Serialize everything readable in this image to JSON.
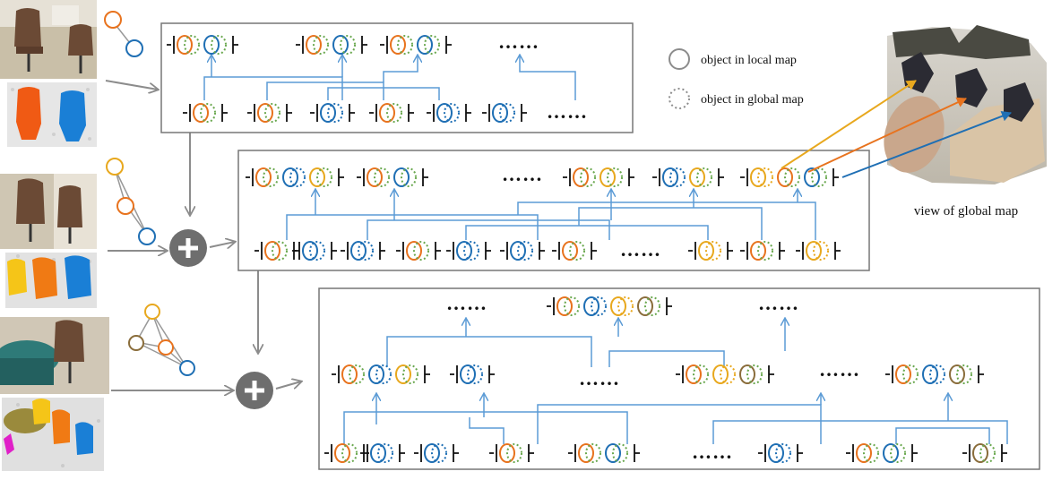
{
  "legend": {
    "local": "object in local map",
    "global": "object in global map"
  },
  "caption": "view of global map",
  "ellipsis": "……",
  "colors": {
    "orange": "#e8731e",
    "blue": "#1f6fb4",
    "yellow": "#e8a81e",
    "green": "#6aa84f",
    "brown": "#8a6d3b",
    "arrow": "#5b9bd5",
    "gray": "#8c8c8c",
    "frame": "#6e6e6e"
  },
  "icons": {
    "frame_thumbnails": [
      "office-chairs-photo",
      "office-chairs-segmentation"
    ],
    "global_view": "global-map-3d-view",
    "merge": "plus-circle-icon"
  }
}
